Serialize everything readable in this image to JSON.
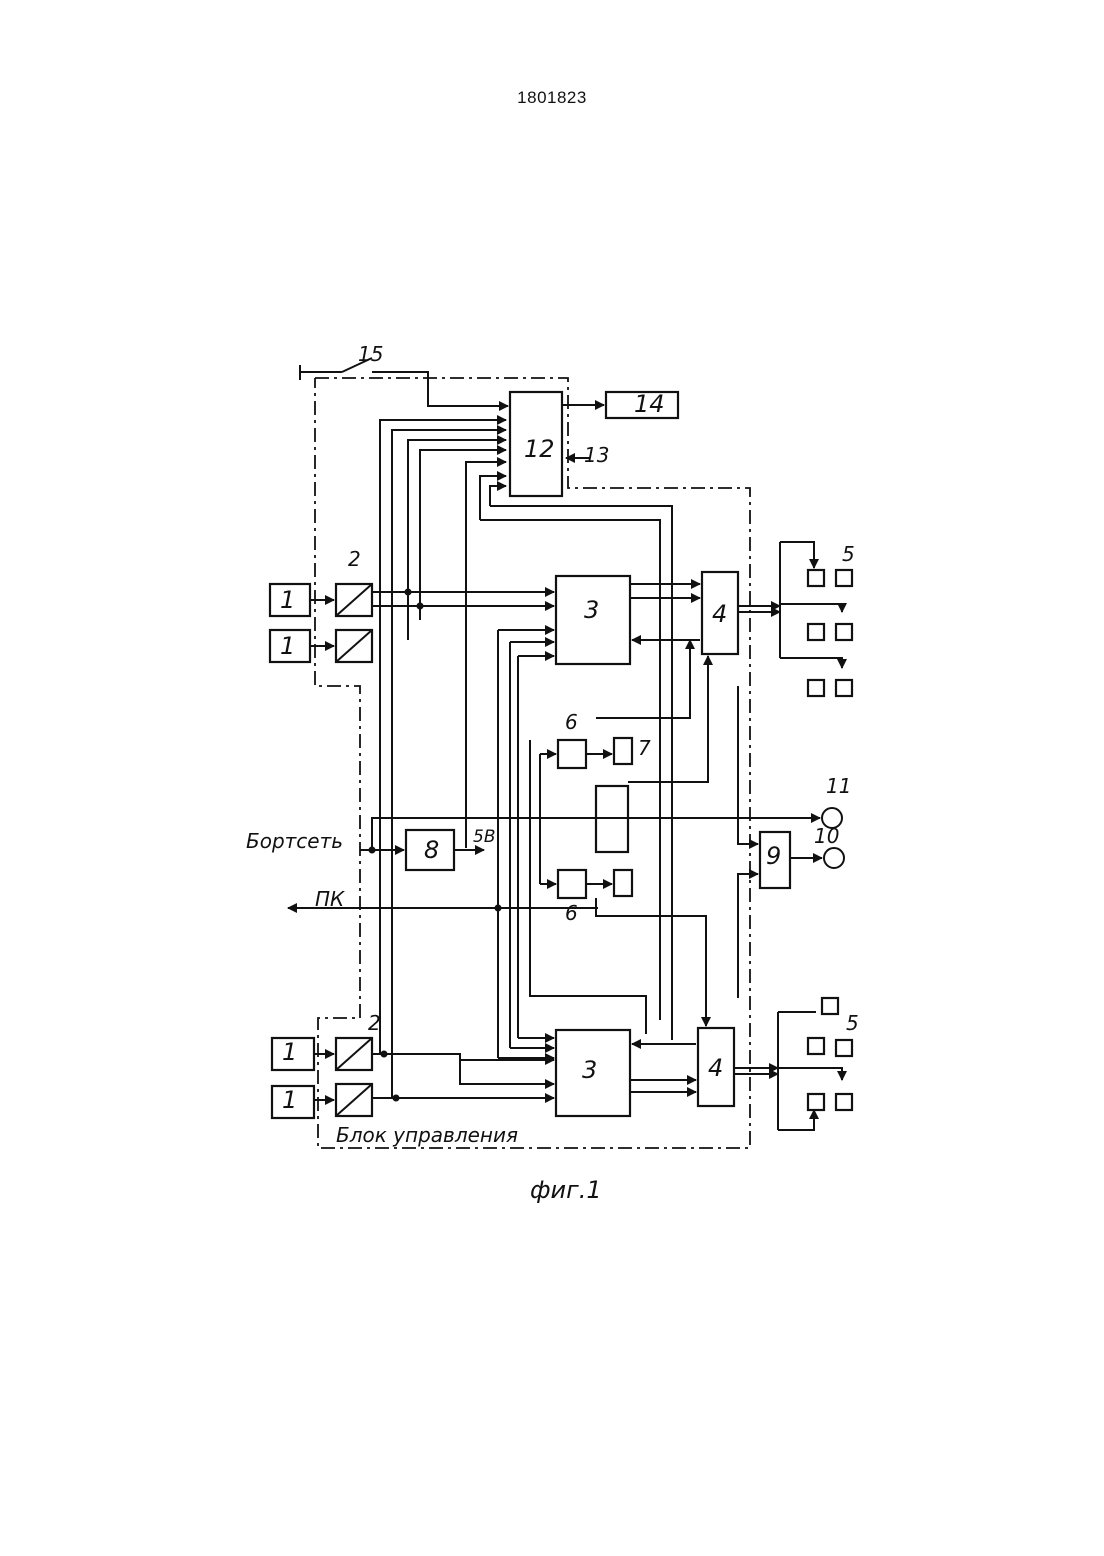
{
  "document": {
    "number": "1801823"
  },
  "figure": {
    "caption": "фиг.1",
    "frame_label": "Блок управления",
    "left_labels": {
      "onboard_network": "Бортсеть",
      "pc": "ПК"
    },
    "voltage_label": "5В",
    "switch_label": "15",
    "input_label": "13",
    "blocks": {
      "sensor": "1",
      "converter": "2",
      "processor": "3",
      "driver": "4",
      "actuator": "5",
      "amplifier": "6",
      "relay": "7",
      "power_supply": "8",
      "logic": "9",
      "lamp_10": "10",
      "lamp_11": "11",
      "controller": "12",
      "indicator": "14"
    }
  }
}
